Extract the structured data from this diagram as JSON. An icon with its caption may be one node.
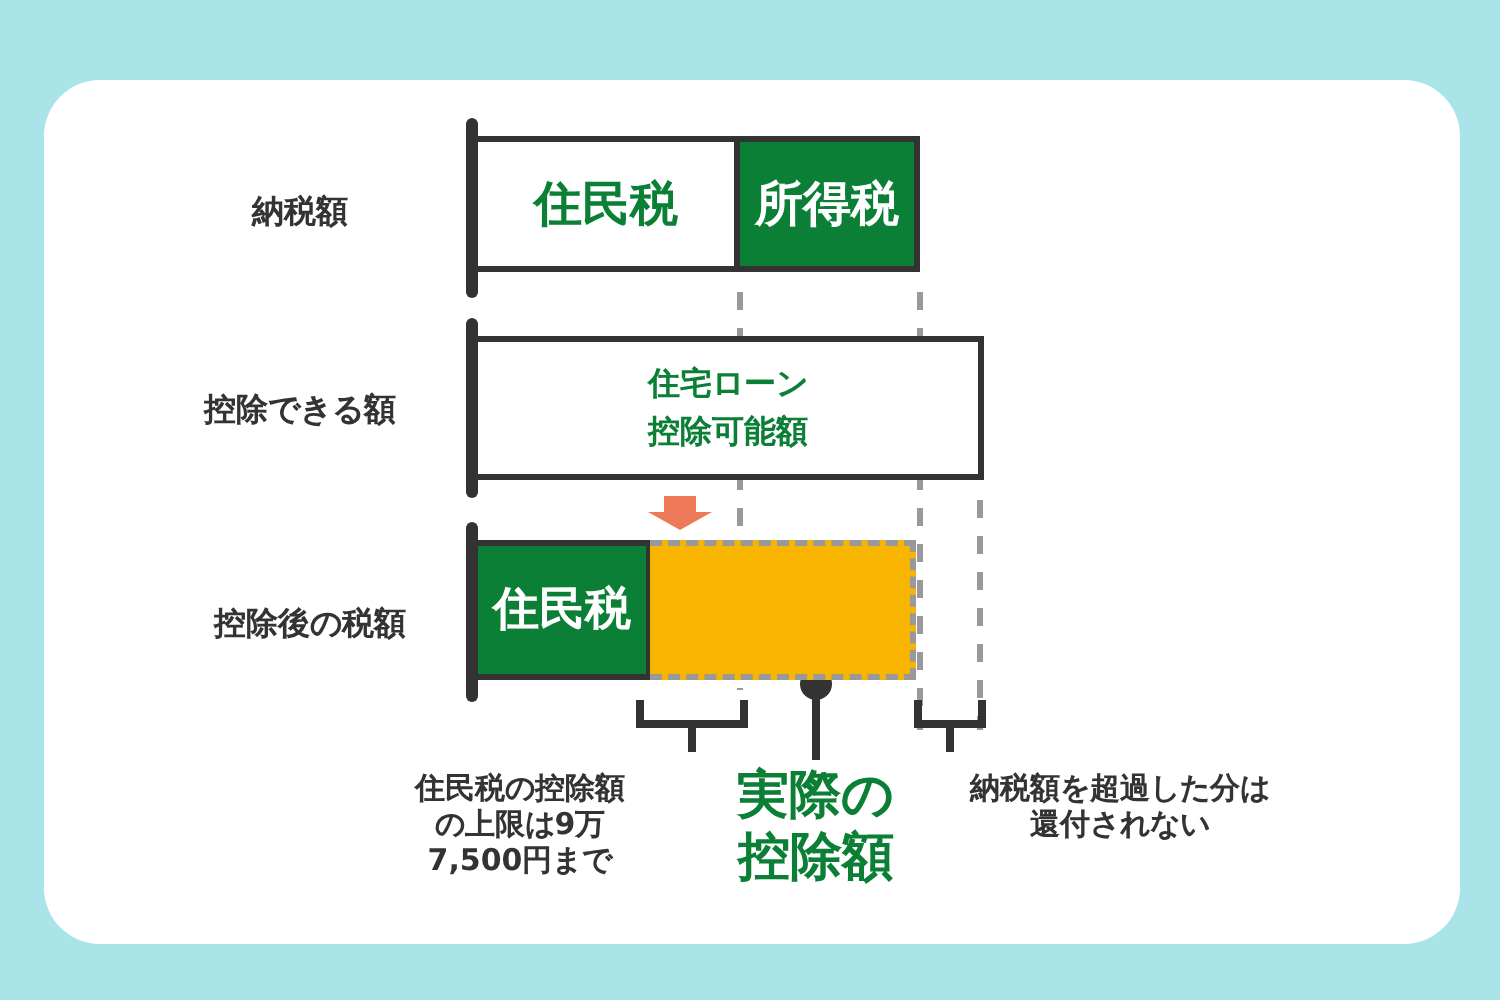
{
  "diagram": {
    "nodes": [
      {
        "text": [
          "住民税"
        ]
      },
      {
        "text": [
          "所得税"
        ]
      },
      {
        "text": [
          "住宅ローン控除可能額"
        ]
      },
      {
        "text": [
          "住民税"
        ]
      },
      {
        "text": [],
        "shape": "box"
      },
      {
        "text": [
          "実際の控除額"
        ]
      }
    ],
    "edges": [
      {
        "from": 5,
        "to": 4,
        "arrow": "other"
      },
      {
        "from": null,
        "to": 4,
        "arrow": "to",
        "color": "#ee7a5a"
      }
    ],
    "labels": [
      "納税額",
      "控除できる額",
      "控除後の税額",
      "住民税の控除額の上限は9万7,500円まで",
      "納税額を超過した分は還付されない"
    ]
  }
}
